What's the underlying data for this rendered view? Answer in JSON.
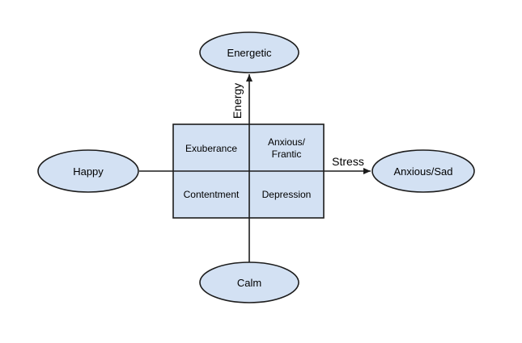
{
  "nodes": {
    "top": "Energetic",
    "bottom": "Calm",
    "left": "Happy",
    "right": "Anxious/Sad"
  },
  "axes": {
    "vertical": "Energy",
    "horizontal": "Stress"
  },
  "quadrants": {
    "top_left": "Exuberance",
    "top_right_line1": "Anxious/",
    "top_right_line2": "Frantic",
    "bottom_left": "Contentment",
    "bottom_right": "Depression"
  },
  "colors": {
    "fill": "#d3e1f3",
    "stroke": "#1c1c1c"
  }
}
